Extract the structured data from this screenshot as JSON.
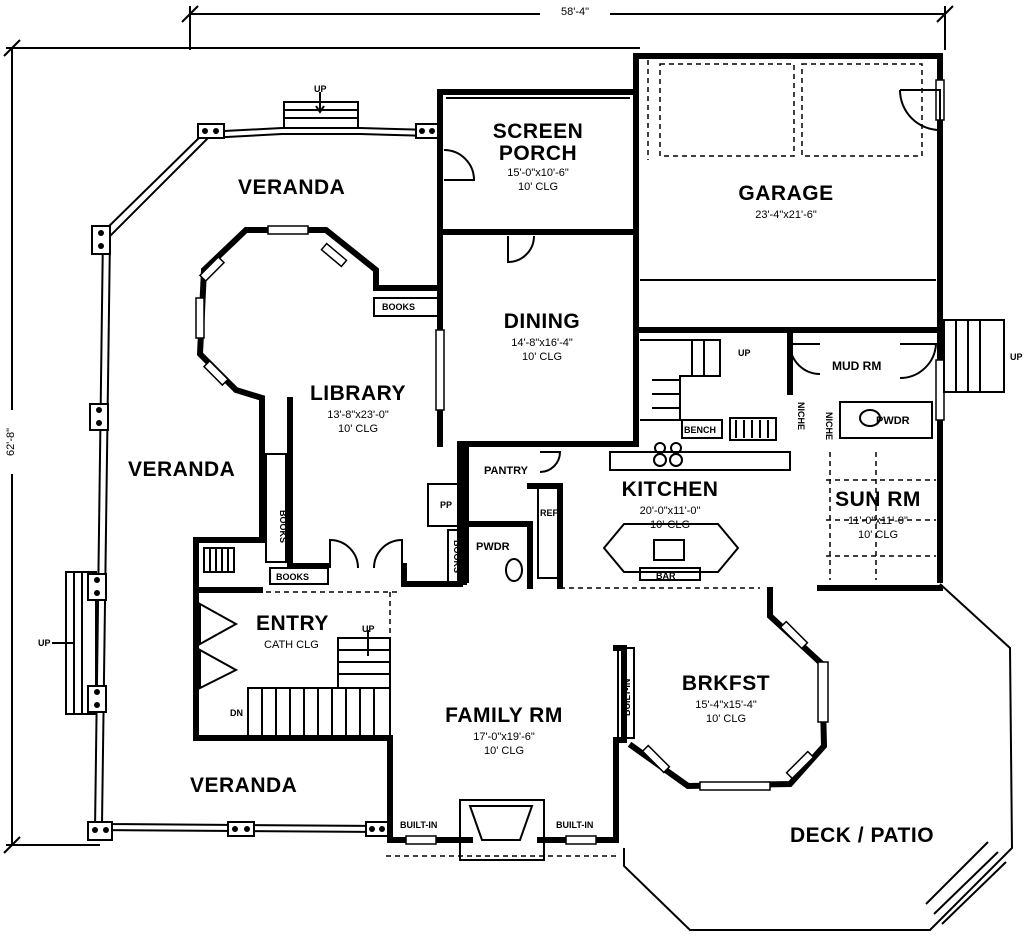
{
  "overall": {
    "width": "58'-4\"",
    "depth": "62'-8\""
  },
  "rooms": {
    "veranda_top": "VERANDA",
    "veranda_left": "VERANDA",
    "veranda_bottom": "VERANDA",
    "screen_porch": {
      "name_1": "SCREEN",
      "name_2": "PORCH",
      "size": "15'-0\"x10'-6\"",
      "ceiling": "10' CLG"
    },
    "garage": {
      "name": "GARAGE",
      "size": "23'-4\"x21'-6\""
    },
    "dining": {
      "name": "DINING",
      "size": "14'-8\"x16'-4\"",
      "ceiling": "10' CLG"
    },
    "library": {
      "name": "LIBRARY",
      "size": "13'-8\"x23'-0\"",
      "ceiling": "10' CLG"
    },
    "kitchen": {
      "name": "KITCHEN",
      "size": "20'-0\"x11'-0\"",
      "ceiling": "10' CLG"
    },
    "sun_rm": {
      "name": "SUN RM",
      "size": "11'-0\"x11'-0\"",
      "ceiling": "10' CLG"
    },
    "mud_rm": "MUD RM",
    "pwdr_1": "PWDR",
    "pwdr_2": "PWDR",
    "pantry": "PANTRY",
    "entry": {
      "name": "ENTRY",
      "ceiling": "CATH CLG"
    },
    "family_rm": {
      "name": "FAMILY RM",
      "size": "17'-0\"x19'-6\"",
      "ceiling": "10' CLG"
    },
    "brkfst": {
      "name": "BRKFST",
      "size": "15'-4\"x15'-4\"",
      "ceiling": "10' CLG"
    },
    "deck": "DECK / PATIO"
  },
  "notes": {
    "books": "BOOKS",
    "up": "UP",
    "dn": "DN",
    "bench": "BENCH",
    "niche": "NICHE",
    "built_in": "BUILT-IN",
    "bar": "BAR",
    "ref": "REF",
    "pp": "PP"
  }
}
